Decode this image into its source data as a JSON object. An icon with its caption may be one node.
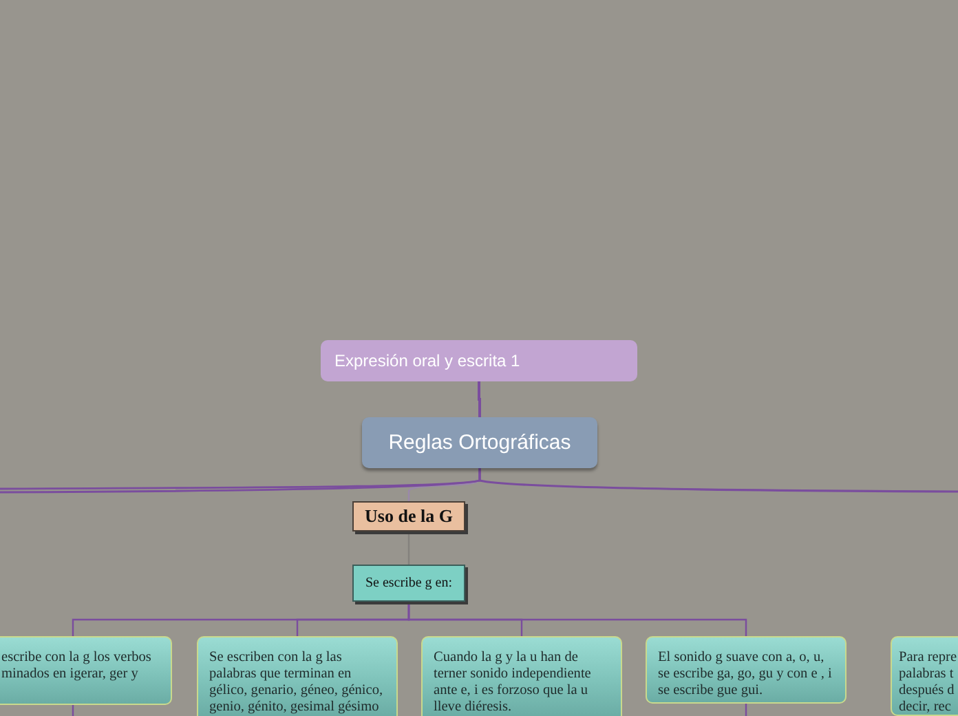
{
  "diagram": {
    "nodes": [
      {
        "text": [
          "Expresión oral y escrita 1"
        ]
      },
      {
        "text": [
          "Reglas Ortográficas"
        ]
      },
      {
        "text": [
          "Uso de la G"
        ]
      },
      {
        "text": [
          "Se escribe g en:"
        ]
      },
      {
        "text": [
          "escribe con la g los verbos minados en igerar, ger y"
        ]
      },
      {
        "text": [
          "Se escriben con la g las palabras que terminan en gélico, genario, géneo, génico, genio, génito, gesimal gésimo"
        ]
      },
      {
        "text": [
          "Cuando la g y la u han de terner sonido independiente ante e, i es forzoso que la u lleve diéresis."
        ]
      },
      {
        "text": [
          "El sonido g suave con a, o, u, se escribe ga, go, gu y con e , i se escribe gue gui."
        ]
      },
      {
        "text": [
          "Para repre palabras t después d decir, rec"
        ]
      }
    ],
    "edges": [
      {
        "from": 0,
        "to": 1,
        "arrow": "none"
      },
      {
        "from": 1,
        "to": 2,
        "arrow": "none",
        "color": "#9a88aa"
      },
      {
        "from": 1,
        "to": null,
        "arrow": "none"
      },
      {
        "from": 1,
        "to": null,
        "arrow": "none"
      },
      {
        "from": 1,
        "to": null,
        "arrow": "none"
      },
      {
        "from": 2,
        "to": 3,
        "arrow": "none",
        "color": "#84817d"
      },
      {
        "from": 3,
        "to": 4,
        "arrow": "none"
      },
      {
        "from": 3,
        "to": 5,
        "arrow": "none"
      },
      {
        "from": 3,
        "to": 6,
        "arrow": "none"
      },
      {
        "from": 3,
        "to": 7,
        "arrow": "none"
      },
      {
        "from": 4,
        "to": null,
        "arrow": "none"
      },
      {
        "from": 7,
        "to": null,
        "arrow": "none"
      }
    ]
  }
}
